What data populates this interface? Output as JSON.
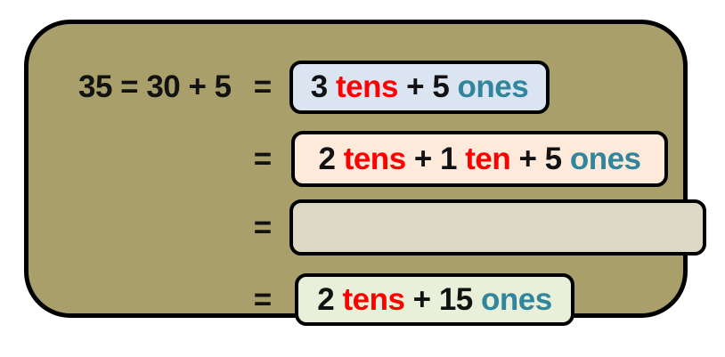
{
  "colors": {
    "panel_fill": "#a89f6b",
    "panel_border": "#000000",
    "box_border": "#000000",
    "ink": "#121212",
    "tens_red": "#fe0000",
    "ones_teal": "#31859c"
  },
  "heading": {
    "text": "35 = 30 + 5"
  },
  "equals_sign": "=",
  "rows": [
    {
      "fill": "#dbe5f1",
      "segments": [
        {
          "text": "3 ",
          "color": "black"
        },
        {
          "text": "tens",
          "color": "red"
        },
        {
          "text": " + 5 ",
          "color": "black"
        },
        {
          "text": "ones",
          "color": "teal"
        }
      ]
    },
    {
      "fill": "#fdeada",
      "segments": [
        {
          "text": "2 ",
          "color": "black"
        },
        {
          "text": "tens",
          "color": "red"
        },
        {
          "text": " + 1 ",
          "color": "black"
        },
        {
          "text": "ten",
          "color": "red"
        },
        {
          "text": " + 5 ",
          "color": "black"
        },
        {
          "text": "ones",
          "color": "teal"
        }
      ]
    },
    {
      "fill": "#dcd8c3",
      "segments": []
    },
    {
      "fill": "#e9f0da",
      "segments": [
        {
          "text": "2 ",
          "color": "black"
        },
        {
          "text": "tens",
          "color": "red"
        },
        {
          "text": " + 15 ",
          "color": "black"
        },
        {
          "text": "ones",
          "color": "teal"
        }
      ]
    }
  ]
}
